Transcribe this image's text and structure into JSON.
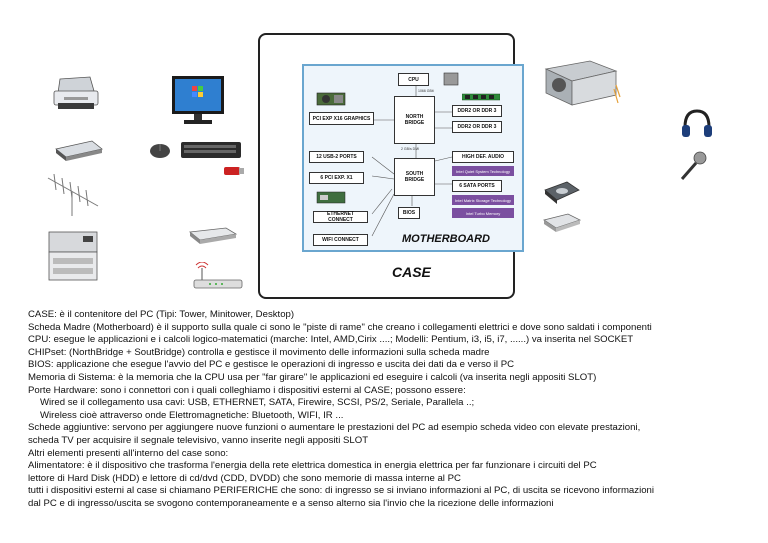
{
  "labels": {
    "case": "CASE",
    "motherboard": "MOTHERBOARD"
  },
  "motherboard_blocks": {
    "cpu": "CPU",
    "north_bridge": "NORTH BRIDGE",
    "south_bridge": "SOUTH BRIDGE",
    "pci_exp_graphics": "PCI EXP X16 GRAPHICS",
    "ddr_a": "DDR2 OR DDR 3",
    "ddr_b": "DDR2 OR DDR 3",
    "usb_ports": "12 USB-2 PORTS",
    "high_def_audio": "HIGH DEF. AUDIO",
    "pci_exp_x1": "6 PCI EXP. X1",
    "sata_ports": "6 SATA PORTS",
    "ethernet": "ETHERNET CONNECT",
    "bios": "BIOS",
    "wifi": "WIFI CONNECT",
    "intel_quiet": "Intel Quiet System Technology",
    "intel_matrix": "Intel Matrix Storage Technology",
    "intel_turbo": "Intel Turbo Memory",
    "fsb": "1066 GBit",
    "dmi": "2 GB/s DMI"
  },
  "colors": {
    "motherboard_border": "#6aa6cf",
    "motherboard_bg": "#eef5fb",
    "intel_block": "#7b4fa0",
    "frame": "#222222"
  },
  "peripheral_icons": [
    "printer-icon",
    "monitor-icon",
    "scanner-icon",
    "mouse-icon",
    "keyboard-icon",
    "usb-stick-icon",
    "antenna-icon",
    "laser-printer-icon",
    "router-icon",
    "wifi-router-icon",
    "power-supply-icon",
    "headphones-icon",
    "microphone-icon",
    "hard-disk-icon",
    "optical-drive-icon"
  ],
  "text_lines": [
    "CASE: è il contenitore del PC (Tipi: Tower, Minitower, Desktop)",
    "Scheda Madre (Motherboard) è il supporto sulla quale ci sono le \"piste di rame\" che creano i collegamenti elettrici e dove sono saldati i componenti",
    "CPU: esegue le applicazioni e i calcoli logico-matematici (marche: Intel, AMD,Cirix ....; Modelli: Pentium, i3, i5, i7, ......) va inserita nel SOCKET",
    "CHIPset: (NorthBridge + SoutBridge) controlla e gestisce il movimento delle informazioni sulla scheda madre",
    "BIOS: applicazione che esegue l'avvio del PC e gestisce le operazioni di ingresso e uscita dei dati da e verso il PC",
    "Memoria di Sistema: è la memoria che la CPU usa per \"far girare\" le applicazioni ed eseguire i calcoli (va inserita negli appositi SLOT)",
    "Porte Hardware: sono i connettori con i quali colleghiamo i dispositivi esterni al CASE; possono essere:",
    "Wired se il collegamento usa cavi: USB, ETHERNET, SATA, Firewire, SCSI, PS/2, Seriale, Parallela ..;",
    "Wireless cioè attraverso onde Elettromagnetiche: Bluetooth, WIFI, IR ...",
    "Schede aggiuntive: servono per aggiungere nuove funzioni o aumentare le prestazioni del PC ad esempio scheda video con elevate prestazioni,",
    "scheda TV per acquisire il segnale televisivo, vanno inserite negli appositi SLOT",
    "Altri elementi presenti all'interno del case sono:",
    "Alimentatore: è il dispositivo che trasforma l'energia della rete elettrica domestica in energia elettrica per far funzionare i circuiti del PC",
    "lettore di Hard Disk (HDD) e lettore di cd/dvd (CDD, DVDD) che sono memorie di massa interne al PC",
    "tutti i dispositivi esterni al case si chiamano PERIFERICHE che sono: di ingresso se si inviano informazioni al PC, di uscita se ricevono informazioni",
    "dal PC e di ingresso/uscita se svogono contemporaneamente e a senso alterno sia l'invio che la ricezione delle informazioni"
  ]
}
